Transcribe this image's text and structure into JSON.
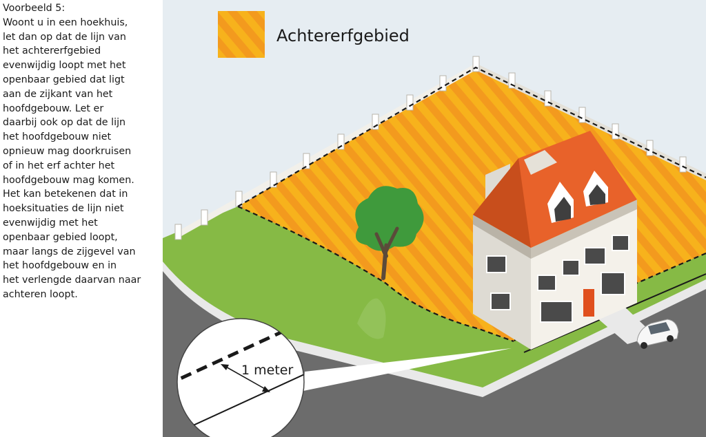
{
  "description": {
    "heading": "Voorbeeld 5:",
    "lines": [
      "Woont u in een hoekhuis,",
      "let dan op dat de lijn van",
      "het achtererfgebied",
      "evenwijdig loopt met het",
      "openbaar gebied dat ligt",
      "aan de zijkant van het",
      "hoofdgebouw. Let er",
      "daarbij ook op dat de lijn",
      "het hoofdgebouw niet",
      "opnieuw mag doorkruisen",
      "of in het erf achter het",
      "hoofdgebouw mag komen.",
      "Het kan betekenen dat in",
      "hoeksituaties de lijn niet",
      "evenwijdig met het",
      "openbaar gebied loopt,",
      "maar langs de zijgevel van",
      "het hoofdgebouw en in",
      "het verlengde daarvan naar",
      "achteren loopt."
    ]
  },
  "legend": {
    "label": "Achtererfgebied",
    "swatch_colors": [
      "#f7b21c",
      "#f39a1e"
    ]
  },
  "callout": {
    "label": "1 meter"
  },
  "colors": {
    "background": "#e6edf2",
    "grass": "#86ba45",
    "grass_edge": "#6f9c36",
    "road": "#6c6c6c",
    "curb": "#e9e9e9",
    "roof": "#e8622a",
    "roof_dark": "#c84e1c",
    "wall": "#f4f1ea",
    "wall_side": "#dedbd3",
    "door": "#e0501e",
    "tree": "#3f9a3c",
    "trunk": "#5b4a3a"
  }
}
